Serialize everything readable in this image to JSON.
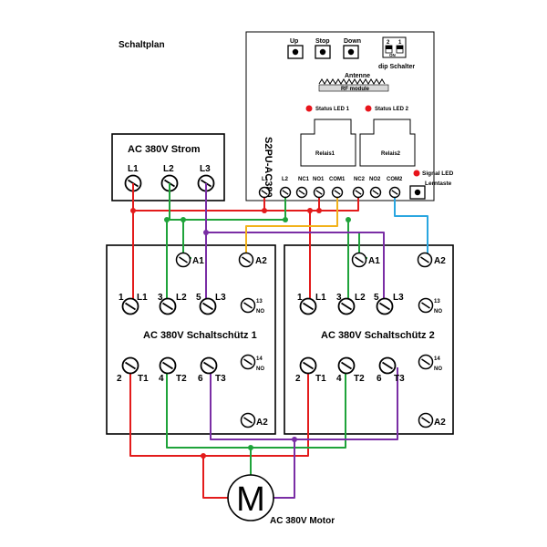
{
  "title": "Schaltplan",
  "power": {
    "label": "AC 380V Strom",
    "terminals": [
      "L1",
      "L2",
      "L3"
    ]
  },
  "controller": {
    "model": "S2PU-AC380",
    "buttons": [
      "Up",
      "Stop",
      "Down"
    ],
    "dip": {
      "label": "dip Schalter",
      "numbers": [
        "2",
        "1"
      ],
      "on": "ON"
    },
    "antenna": "Antenne",
    "rf_module": "RF module",
    "status_led_1": "Status LED 1",
    "status_led_2": "Status LED 2",
    "relay1": "Relais1",
    "relay2": "Relais2",
    "signal_led": "Signal LED",
    "learn": "Lerntaste",
    "terminals": [
      "L1",
      "L2",
      "NC1",
      "NO1",
      "COM1",
      "NC2",
      "NO2",
      "COM2"
    ]
  },
  "contactors": [
    {
      "label": "AC 380V Schaltschütz 1",
      "coil": [
        "A1",
        "A2"
      ],
      "inputs": [
        {
          "num": "1",
          "name": "L1"
        },
        {
          "num": "3",
          "name": "L2"
        },
        {
          "num": "5",
          "name": "L3"
        }
      ],
      "outputs": [
        {
          "num": "2",
          "name": "T1"
        },
        {
          "num": "4",
          "name": "T2"
        },
        {
          "num": "6",
          "name": "T3"
        }
      ],
      "aux": [
        {
          "num": "13",
          "name": "NO"
        },
        {
          "num": "14",
          "name": "NO"
        }
      ],
      "bottom": "A2"
    },
    {
      "label": "AC 380V Schaltschütz 2",
      "coil": [
        "A1",
        "A2"
      ],
      "inputs": [
        {
          "num": "1",
          "name": "L1"
        },
        {
          "num": "3",
          "name": "L2"
        },
        {
          "num": "5",
          "name": "L3"
        }
      ],
      "outputs": [
        {
          "num": "2",
          "name": "T1"
        },
        {
          "num": "4",
          "name": "T2"
        },
        {
          "num": "6",
          "name": "T3"
        }
      ],
      "aux": [
        {
          "num": "13",
          "name": "NO"
        },
        {
          "num": "14",
          "name": "NO"
        }
      ],
      "bottom": "A2"
    }
  ],
  "motor": {
    "symbol": "M",
    "label": "AC 380V Motor"
  },
  "colors": {
    "red": "#e31b1b",
    "green": "#1fa33a",
    "purple": "#7a2ea5",
    "yellow": "#f2b21b",
    "blue": "#2aa6e0",
    "led": "#e8141b"
  }
}
